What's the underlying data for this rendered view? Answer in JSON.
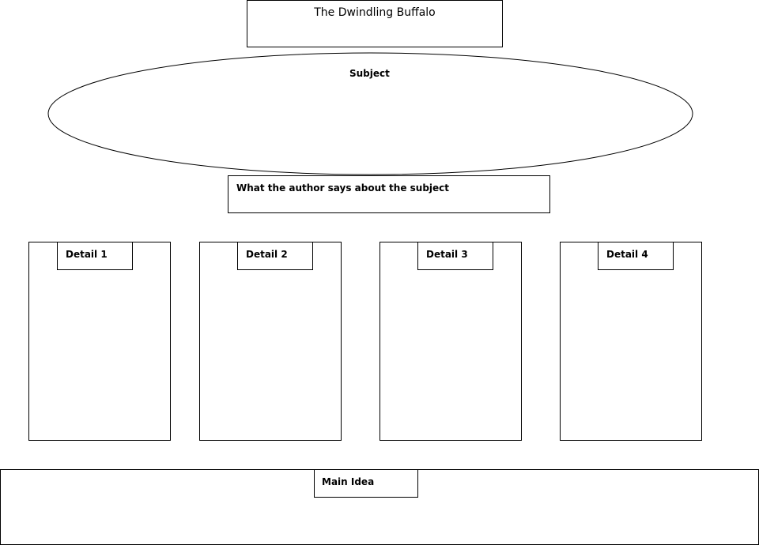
{
  "title": "The Dwindling Buffalo",
  "subject_label": "Subject",
  "author_says_label": "What the author says about the subject",
  "details": [
    {
      "label": "Detail 1"
    },
    {
      "label": "Detail 2"
    },
    {
      "label": "Detail 3"
    },
    {
      "label": "Detail 4"
    }
  ],
  "main_idea_label": "Main Idea"
}
